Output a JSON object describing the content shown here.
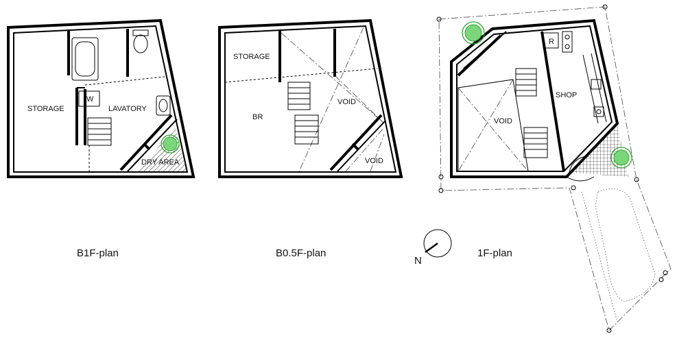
{
  "plans": [
    {
      "id": "b1f",
      "caption": "B1F-plan",
      "rooms": [
        "STORAGE",
        "LAVATORY",
        "W",
        "DRY AREA"
      ]
    },
    {
      "id": "b05f",
      "caption": "B0.5F-plan",
      "rooms": [
        "STORAGE",
        "BR",
        "VOID",
        "VOID"
      ]
    },
    {
      "id": "1f",
      "caption": "1F-plan",
      "rooms": [
        "VOID",
        "SHOP",
        "R"
      ]
    }
  ],
  "north_label": "N"
}
